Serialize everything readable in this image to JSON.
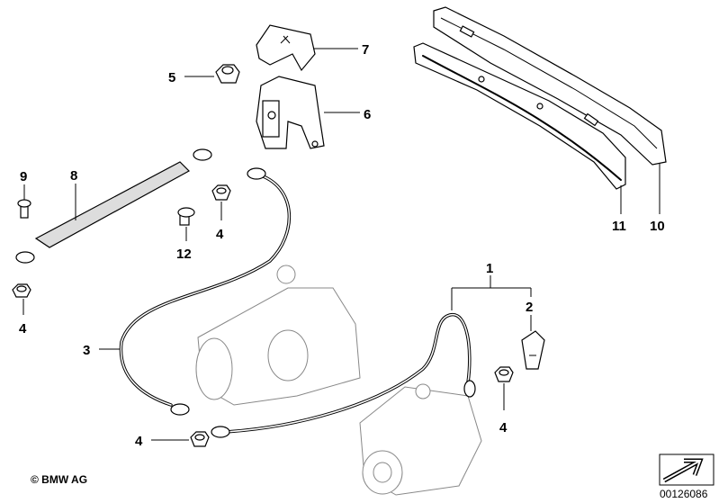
{
  "labels": {
    "p1": "1",
    "p2": "2",
    "p3": "3",
    "p4a": "4",
    "p4b": "4",
    "p4c": "4",
    "p4d": "4",
    "p5": "5",
    "p6": "6",
    "p7": "7",
    "p8": "8",
    "p9": "9",
    "p10": "10",
    "p11": "11",
    "p12": "12"
  },
  "footer": {
    "copyright": "© BMW AG",
    "diagram_number": "00126086"
  }
}
